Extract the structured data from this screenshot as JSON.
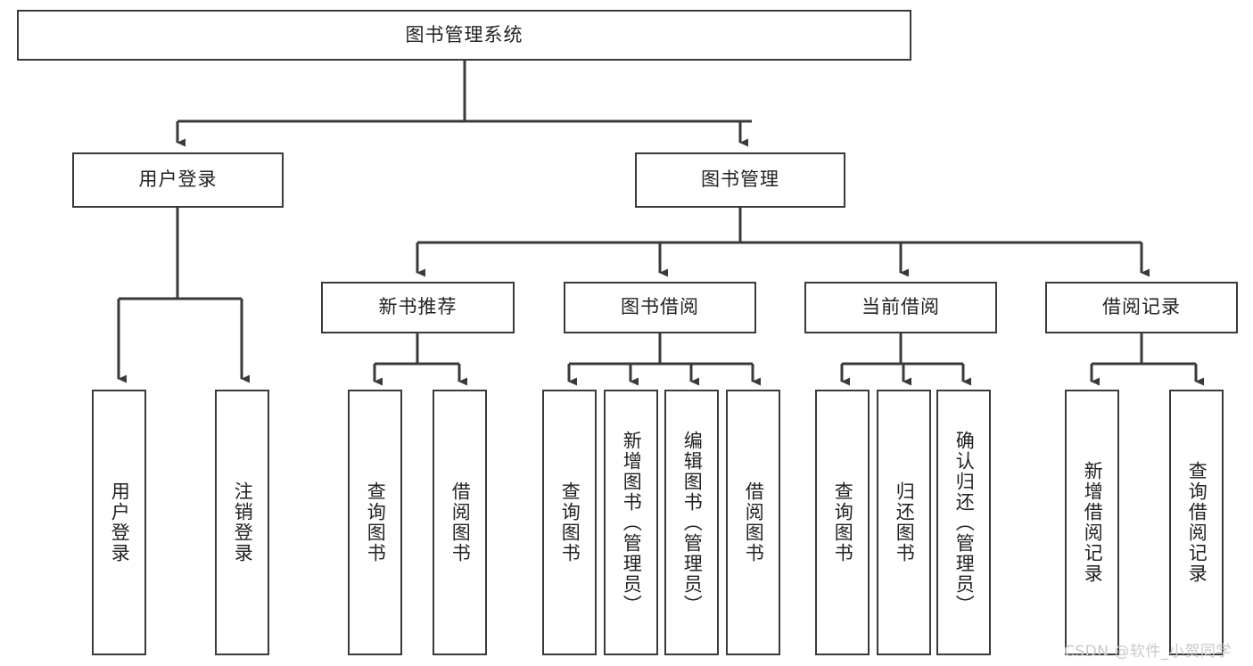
{
  "diagram": {
    "type": "tree-hierarchy-chart",
    "title": "图书管理系统",
    "background_color": "#ffffff",
    "box_border_color": "#3a3a3a",
    "connector_color": "#3a3a3a",
    "text_color": "#222222",
    "levels": {
      "root": {
        "label": "图书管理系统"
      },
      "level1": [
        {
          "label": "用户登录"
        },
        {
          "label": "图书管理"
        }
      ],
      "level2": [
        {
          "label": "新书推荐"
        },
        {
          "label": "图书借阅"
        },
        {
          "label": "当前借阅"
        },
        {
          "label": "借阅记录"
        }
      ],
      "leaves": {
        "user_login": [
          {
            "label": "用户登录"
          },
          {
            "label": "注销登录"
          }
        ],
        "new_book_recommend": [
          {
            "label": "查询图书"
          },
          {
            "label": "借阅图书"
          }
        ],
        "book_borrow": [
          {
            "label": "查询图书"
          },
          {
            "label": "新增图书（管理员）"
          },
          {
            "label": "编辑图书（管理员）"
          },
          {
            "label": "借阅图书"
          }
        ],
        "current_borrow": [
          {
            "label": "查询图书"
          },
          {
            "label": "归还图书"
          },
          {
            "label": "确认归还（管理员）"
          }
        ],
        "borrow_record": [
          {
            "label": "新增借阅记录"
          },
          {
            "label": "查询借阅记录"
          }
        ]
      }
    },
    "watermark": {
      "text": "CSDN @软件_小贺同学",
      "color": "#c9c9c9"
    }
  }
}
